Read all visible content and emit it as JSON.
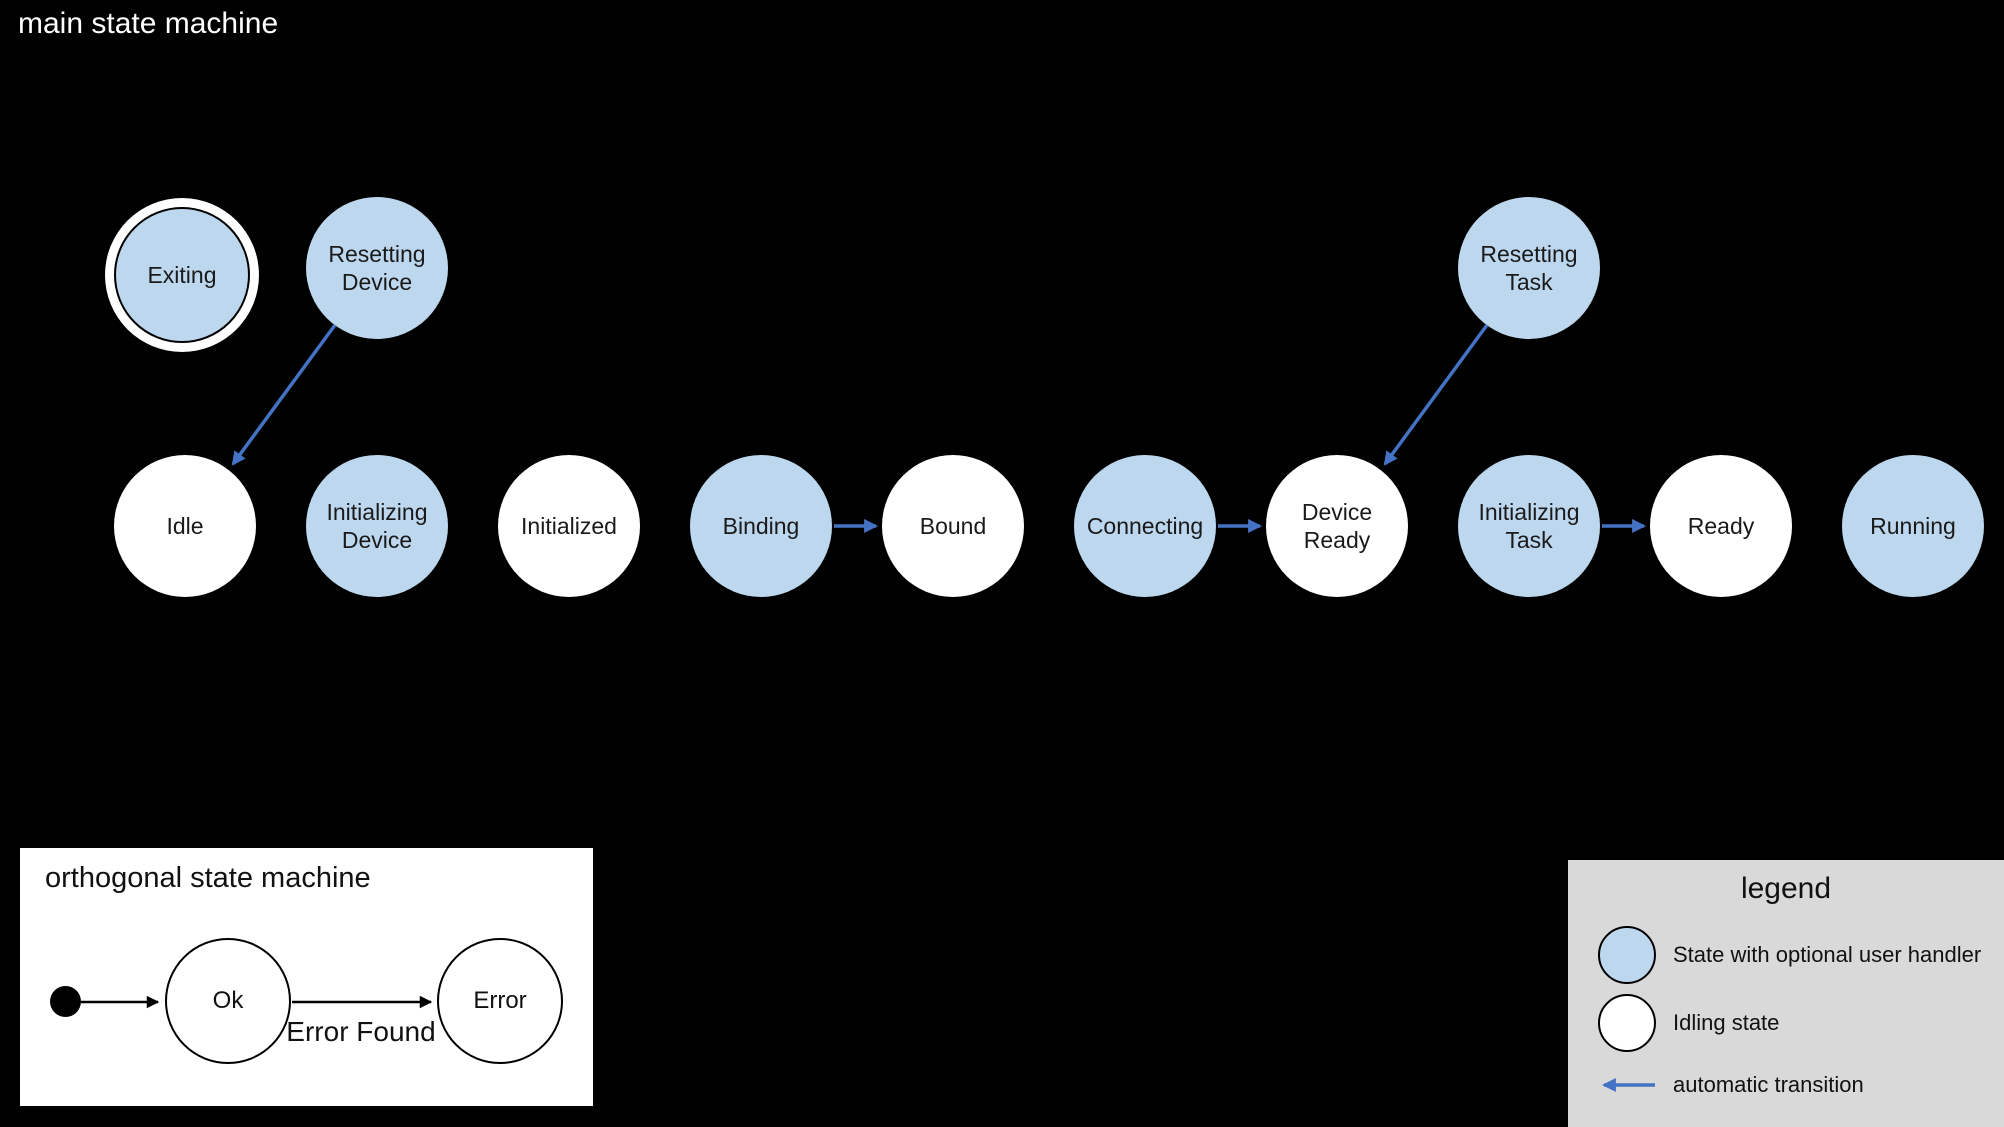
{
  "main": {
    "title": "main state machine",
    "states": {
      "exiting": "Exiting",
      "resetting_device": "Resetting\nDevice",
      "resetting_task": "Resetting\nTask",
      "idle": "Idle",
      "initializing_device": "Initializing\nDevice",
      "initialized": "Initialized",
      "binding": "Binding",
      "bound": "Bound",
      "connecting": "Connecting",
      "device_ready": "Device\nReady",
      "initializing_task": "Initializing\nTask",
      "ready": "Ready",
      "running": "Running"
    },
    "transitions": [
      {
        "from": "Resetting Device",
        "to": "Idle"
      },
      {
        "from": "Binding",
        "to": "Bound"
      },
      {
        "from": "Connecting",
        "to": "Device Ready"
      },
      {
        "from": "Resetting Task",
        "to": "Device Ready"
      },
      {
        "from": "Initializing Task",
        "to": "Ready"
      }
    ]
  },
  "orthogonal": {
    "title": "orthogonal state machine",
    "states": {
      "ok": "Ok",
      "error": "Error"
    },
    "transition_label": "Error Found"
  },
  "legend": {
    "title": "legend",
    "items": [
      "State with optional user handler",
      "Idling state",
      "automatic transition"
    ]
  },
  "colors": {
    "state_handler_fill": "#bdd7ee",
    "idling_fill": "#ffffff",
    "transition_arrow": "#4472c4",
    "legend_bg": "#d9d9d9",
    "background": "#000000"
  }
}
